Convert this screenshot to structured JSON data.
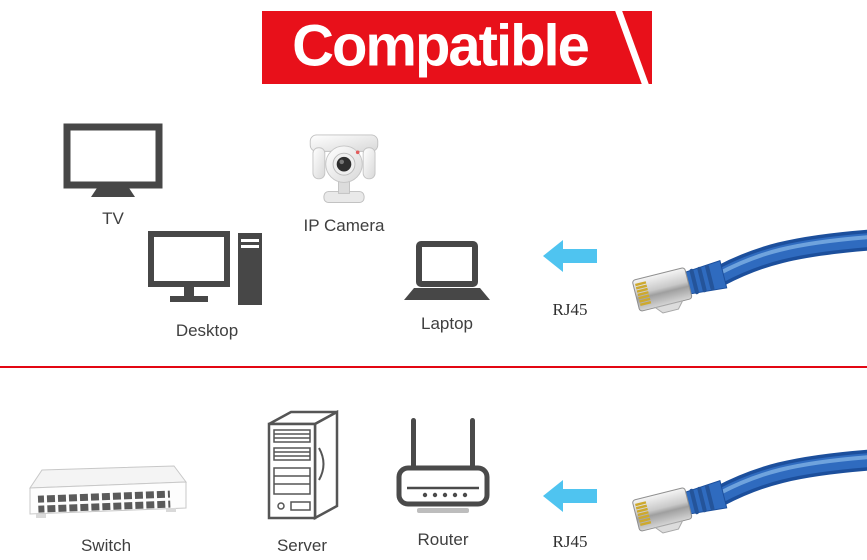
{
  "banner": {
    "title": "Compatible"
  },
  "colors": {
    "banner_bg": "#e8101a",
    "divider": "#e30613",
    "arrow": "#4fc4f0",
    "label": "#3f3f3f",
    "cable": "#2f6bbf"
  },
  "sections": {
    "top": {
      "devices": [
        {
          "id": "tv",
          "label": "TV"
        },
        {
          "id": "ip-camera",
          "label": "IP Camera"
        },
        {
          "id": "desktop",
          "label": "Desktop"
        },
        {
          "id": "laptop",
          "label": "Laptop"
        }
      ],
      "connector_label": "RJ45"
    },
    "bottom": {
      "devices": [
        {
          "id": "switch",
          "label": "Switch"
        },
        {
          "id": "server",
          "label": "Server"
        },
        {
          "id": "router",
          "label": "Router"
        }
      ],
      "connector_label": "RJ45"
    }
  }
}
